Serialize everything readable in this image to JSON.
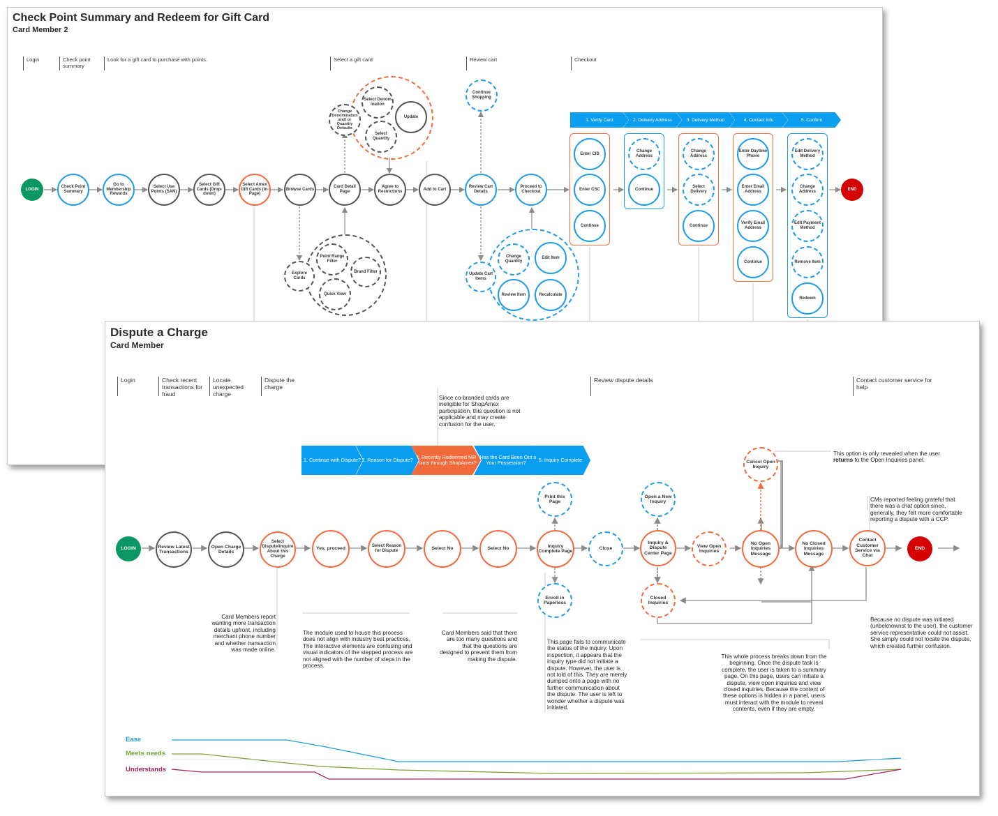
{
  "panel_a": {
    "title": "Check Point Summary and Redeem for Gift Card",
    "subtitle": "Card Member 2",
    "phases": [
      "Login",
      "Check point summary",
      "Look for a gift card to purchase with points.",
      "Select a gift card",
      "Review cart",
      "Checkout"
    ],
    "steps": [
      "1. Verify Card",
      "2. Delivery Address",
      "3. Delivery Method",
      "4. Contact Info",
      "5. Confirm"
    ],
    "nodes": {
      "login": "LOGIN",
      "check_point_summary": "Check Point Summary",
      "go_to_membership_rewards": "Go to Membership Rewards",
      "select_use_points": "Select Use Points (SAN)",
      "select_gift_cards": "Select Gift Cards (Drop-down)",
      "select_amex_gift_cards": "Select Amex Gift Cards (In-Page)",
      "browse_cards": "Browse Cards",
      "card_detail_page": "Card Detail Page",
      "agree_to_restrictions": "Agree to Restrictions",
      "add_to_cart": "Add to Cart",
      "review_cart_details": "Review Cart Details",
      "proceed_to_checkout": "Proceed to Checkout",
      "end": "END",
      "change_denomination_defaults": "Change Denomination and/ or Quantity Defaults",
      "select_denomination": "Select Denom ination",
      "update": "Update",
      "select_quantity": "Select Quantity",
      "continue_shopping": "Continue Shopping",
      "explore_cards": "Explore Cards",
      "point_range_filter": "Point Range Filter",
      "brand_filter": "Brand Filter",
      "quick_view": "Quick View",
      "update_cart_items": "Update Cart Items",
      "change_quantity": "Change Quantity",
      "edit_item": "Edit Item",
      "review_item": "Review Item",
      "recalculate": "Recalculate",
      "enter_cid": "Enter CID",
      "enter_csc": "Enter CSC",
      "continue_1": "Continue",
      "change_address_1": "Change Address",
      "continue_2": "Continue",
      "change_address_2": "Change Address",
      "select_delivery": "Select Delivery",
      "continue_3": "Continue",
      "enter_daytime_phone": "Enter Daytime Phone",
      "enter_email_address": "Enter Email Address",
      "verify_email_address": "Verify Email Address",
      "continue_4": "Continue",
      "edit_delivery_method": "Edit Delivery Method",
      "change_address_3": "Change Address",
      "edit_payment_method": "Edit Payment Method",
      "remove_item": "Remove Item",
      "redeem": "Redeem"
    }
  },
  "panel_b": {
    "title": "Dispute a Charge",
    "subtitle": "Card Member",
    "phases": [
      "Login",
      "Check recent transactions for fraud",
      "Locate unexpected charge",
      "Dispute the charge",
      "Review dispute details",
      "Contact customer service for help"
    ],
    "steps": [
      "1. Continue with Dispute?",
      "2. Reason for Dispute?",
      "3. Recently Redeemed MR Points through ShopAmex?",
      "4. Has the Card Been Out of Your Possession?",
      "5. Inquiry Complete"
    ],
    "nodes": {
      "login": "LOGIN",
      "review_latest_transactions": "Review Latest Transactions",
      "open_charge_details": "Open Charge Details",
      "select_dispute_inquire": "Select Dispute/Inquire About this Charge",
      "yes_proceed": "Yes, proceed",
      "select_reason": "Select Reason for Dispute",
      "select_no_1": "Select No",
      "select_no_2": "Select No",
      "inquiry_complete_page": "Inquiry Complete Page",
      "close": "Close",
      "inquiry_dispute_center": "Inquiry & Dispute Center Page",
      "view_open_inquiries": "View Open Inquiries",
      "no_open_inquiries": "No Open Inquiries Message",
      "no_closed_inquiries": "No Closed Inquiries Message",
      "contact_customer_service": "Contact Customer Service via Chat",
      "end": "END",
      "print_this_page": "Print this Page",
      "enroll_in_paperless": "Enroll in Paperless",
      "open_new_inquiry": "Open a New Inquiry",
      "closed_inquiries": "Closed Inquiries",
      "cancel_open_inquiry": "Cancel Open Inquiry"
    },
    "notes": {
      "cobranded": "Since co-branded cards are ineligible for ShopAmex participation, this question is not applicable and may create confusion for the user.",
      "option_revealed_pre": "This option is only revealed when the user ",
      "option_revealed_bold": "returns",
      "option_revealed_post": " to the Open Inquiries panel.",
      "chat_grateful": "CMs reported feeling grateful that there was a chat option since, generally, they felt more comfortable reporting a dispute with a CCP.",
      "transaction_details": "Card Members report wanting more transaction details upfront, including merchant phone number and whether transaction was made online.",
      "module": "The module used to house this process does not align with industry best practices. The interactive elements are confusing and visual indicators of the stepped process are not aligned with the number of steps in the process.",
      "too_many_questions": "Card Members said that there are too many questions and that the questions are designed to prevent them from making the dispute.",
      "page_fails": "This page fails to communicate the status of the inquiry. Upon inspection, it appears that the inquiry type did not initiate a dispute. However, the user is not told of this. They are merely dumped onto a page with no further communication about the dispute. The user is left to wonder whether a dispute was initiated.",
      "breaks_down": "This whole process breaks down from the beginning. Once the dispute task is complete, the user is taken to a summary page. On this page, users can initiate a dispute, view open inquiries and view closed inquiries. Because the content of these options is hidden in a panel, users must interact with the module to reveal contents, even if they are empty.",
      "no_dispute": "Because no dispute was initiated (unbeknownst to the user), the customer service representative could not assist. She simply could not locate the dispute, which created further confusion."
    },
    "metrics": [
      {
        "name": "Ease",
        "color": "#1a9fd8"
      },
      {
        "name": "Meets needs",
        "color": "#7aa33a"
      },
      {
        "name": "Understands",
        "color": "#a3235a"
      }
    ]
  }
}
